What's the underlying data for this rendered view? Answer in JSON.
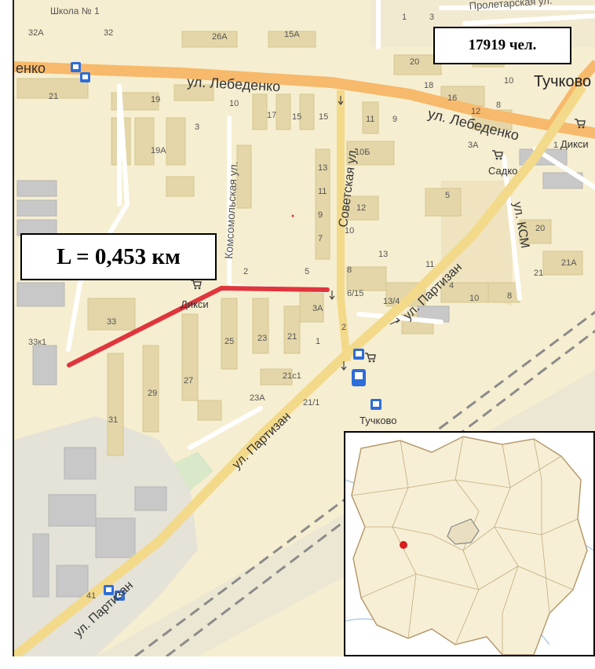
{
  "map": {
    "street_labels": {
      "lebedenko_main": "ул. Лебеденко",
      "lebedenko_east": "ул. Лебеденко",
      "lebedenko_west_cut": "енко",
      "sovetskaya": "Советская ул.",
      "komsomolskaya": "Комсомольская ул.",
      "partizan_1": "ул. Партизан",
      "partizan_2": "ул. Партизан",
      "partizan_3": "ул. Партизан",
      "ksm": "ул. КСМ",
      "proletarskaya": "Пролетарская ул."
    },
    "places": {
      "school": "Школа № 1",
      "town": "Тучково",
      "station": "Тучково",
      "shop_dixy_1": "Дикси",
      "shop_dixy_2": "Дикси",
      "shop_sadko": "Садко"
    },
    "house_numbers": [
      "32А",
      "32",
      "26А",
      "15А",
      "1",
      "3",
      "4",
      "20",
      "18",
      "10",
      "16",
      "12",
      "8",
      "21",
      "19",
      "10",
      "17",
      "15",
      "15",
      "11",
      "9",
      "10Б",
      "3А",
      "1",
      "3",
      "19А",
      "13",
      "11",
      "9",
      "12",
      "5",
      "7",
      "10",
      "13",
      "11",
      "4",
      "2",
      "5",
      "8",
      "6/15",
      "13/4",
      "10",
      "8",
      "21",
      "21А",
      "20",
      "33",
      "25",
      "23",
      "21",
      "3А",
      "1",
      "2",
      "33к1",
      "27",
      "29",
      "31",
      "21с1",
      "23А",
      "21/1",
      "41"
    ],
    "colors": {
      "background": "#f6eed0",
      "road_major": "#f7b96b",
      "road_secondary": "#f3d98a",
      "highlight_route": "#e0353d",
      "bus_icon": "#2e6dd8"
    }
  },
  "annotations": {
    "population": "17919 чел.",
    "length": "L = 0,453 км"
  },
  "inset": {
    "marker_color": "#d81e1e"
  }
}
